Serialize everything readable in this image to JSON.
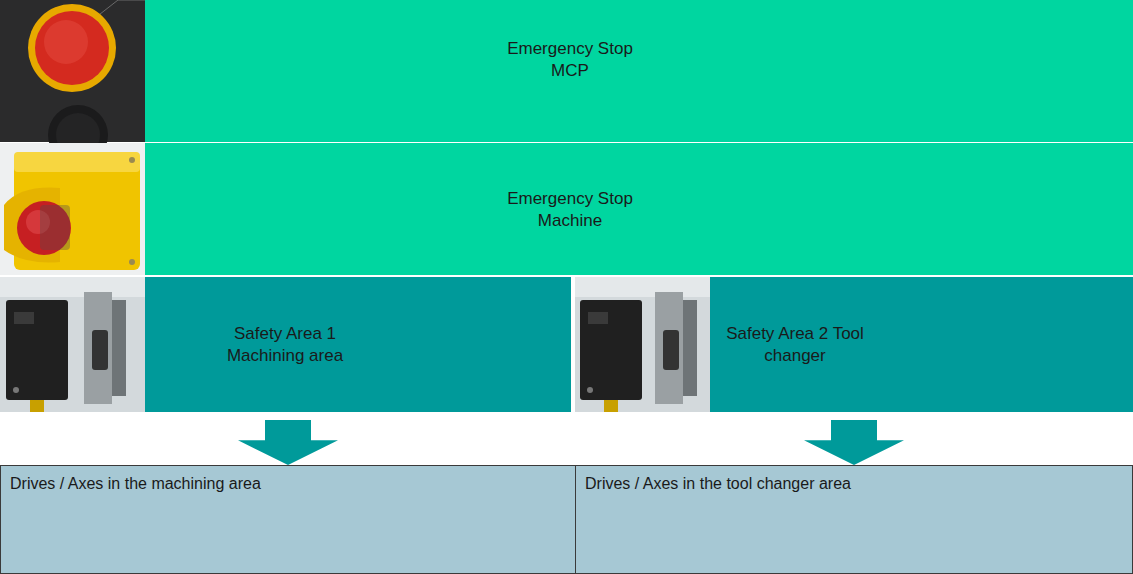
{
  "diagram": {
    "nodes": [
      {
        "text": [
          "Emergency Stop MCP"
        ]
      },
      {
        "text": [
          "Emergency Stop Machine"
        ]
      },
      {
        "text": [
          "Safety Area 1 Machining area"
        ]
      },
      {
        "text": [
          "Safety Area 2 Tool changer"
        ]
      },
      {
        "text": [
          "Drives / Axes in the machining area"
        ]
      },
      {
        "text": [
          "Drives / Axes in the tool changer area"
        ]
      }
    ],
    "edges": [
      {
        "from": 2,
        "to": 4,
        "arrow": "to"
      },
      {
        "from": 3,
        "to": 5,
        "arrow": "to"
      }
    ]
  }
}
